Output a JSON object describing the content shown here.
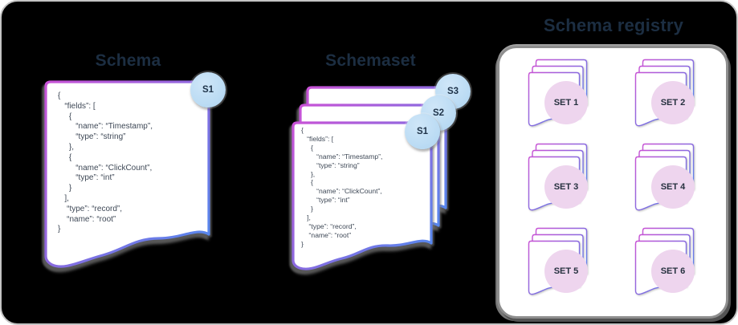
{
  "colors": {
    "background": "#000000",
    "panel_border": "#c4c4c4",
    "title_text": "#1c2e42",
    "code_text": "#3e4856",
    "doc_border_magenta": "#c852d6",
    "doc_border_violet": "#8a6ae0",
    "doc_border_blue": "#4d8df0",
    "badge_fill": "#bcdcf4",
    "badge_text": "#20344a",
    "set_circle_fill": "#eed5ee",
    "registry_border": "#8e8e8e",
    "page_fill": "#ffffff"
  },
  "schema": {
    "title": "Schema",
    "badge": "S1",
    "code": "{\n   “fields”: [\n     {\n        “name”: “Timestamp”,\n        “type”: “string”\n     },\n     {\n        “name”: “ClickCount”,\n        “type”: “int”\n     }\n   ],\n    “type”: “record”,\n    “name”: “root”\n}"
  },
  "schemaset": {
    "title": "Schemaset",
    "badges": [
      "S3",
      "S2",
      "S1"
    ],
    "code": "{\n   “fields”: [\n     {\n        “name”: “Timestamp”,\n        “type”: “string”\n     },\n     {\n        “name”: “ClickCount”,\n        “type”: “int”\n     }\n   ],\n    “type”: “record”,\n    “name”: “root”\n}"
  },
  "registry": {
    "title": "Schema registry",
    "sets": [
      {
        "label": "SET 1"
      },
      {
        "label": "SET 2"
      },
      {
        "label": "SET 3"
      },
      {
        "label": "SET 4"
      },
      {
        "label": "SET 5"
      },
      {
        "label": "SET 6"
      }
    ]
  }
}
